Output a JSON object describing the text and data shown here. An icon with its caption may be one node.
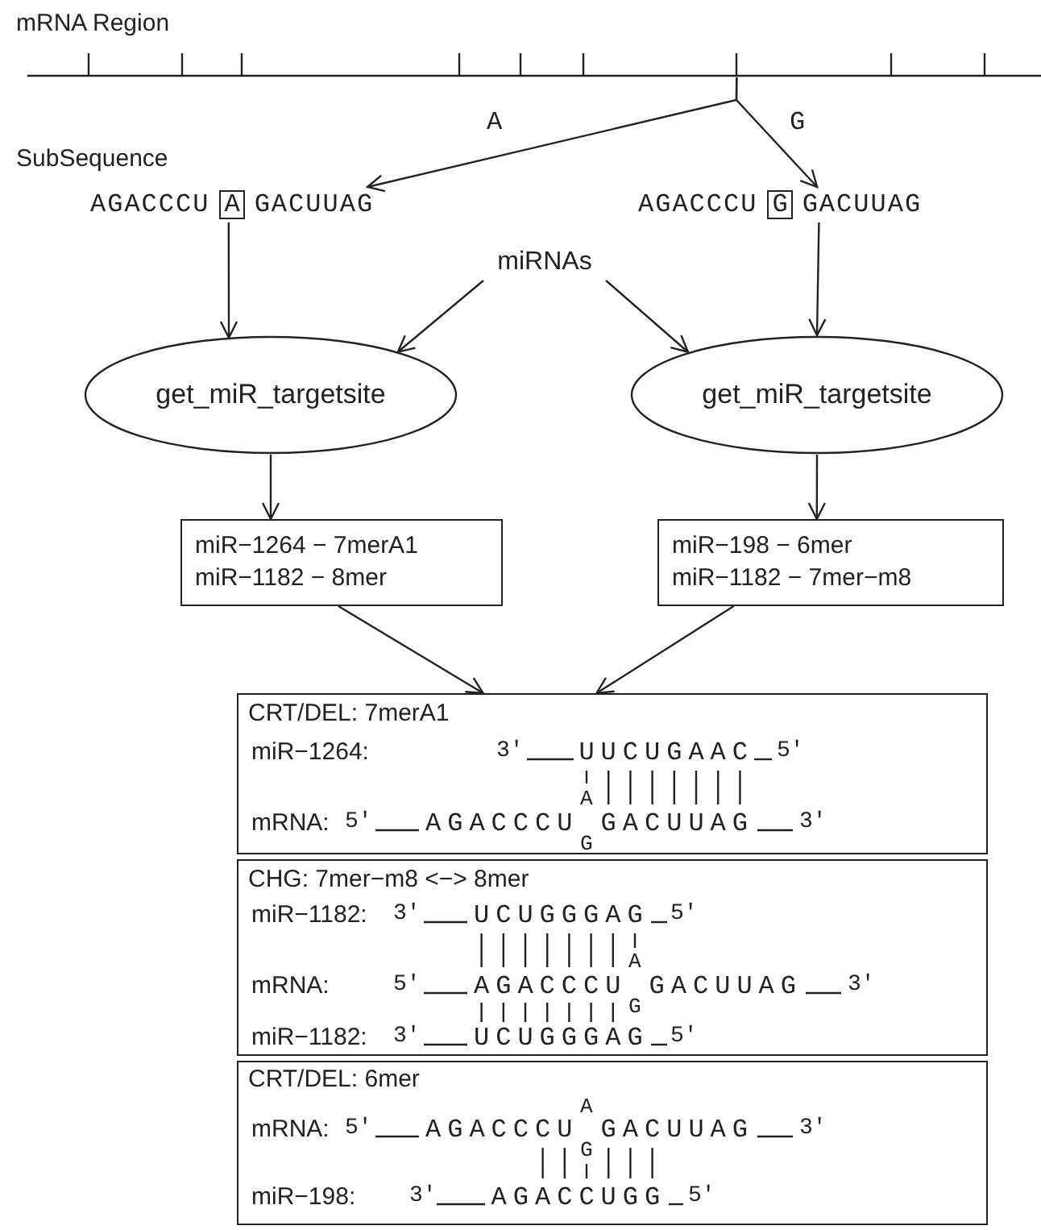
{
  "diagram": {
    "nodes": [
      {
        "text": [
          "mRNA Region"
        ]
      },
      {
        "text": [
          "AGACCCU",
          "A",
          "GACUUAG"
        ]
      },
      {
        "text": [
          "AGACCCU",
          "G",
          "GACUUAG"
        ]
      },
      {
        "text": [
          "miRNAs"
        ]
      },
      {
        "text": [
          "get_miR_targetsite"
        ]
      },
      {
        "text": [
          "get_miR_targetsite"
        ]
      },
      {
        "text": [
          "miR−1264 − 7merA1",
          "miR−1182 − 8mer"
        ]
      },
      {
        "text": [
          "miR−198 − 6mer",
          "miR−1182 − 7mer−m8"
        ]
      },
      {
        "text": [
          "CRT/DEL: 7merA1",
          "miR−1264:",
          "3'",
          "UUCUGAAC",
          "5'",
          "mRNA:",
          "5'",
          "AGACCCU",
          "A",
          "G",
          "GACUUAG",
          "3'"
        ]
      },
      {
        "text": [
          "CHG: 7mer−m8 <−> 8mer",
          "miR−1182:",
          "3'",
          "UCUGGGAG",
          "5'",
          "mRNA:",
          "5'",
          "AGACCCU",
          "A",
          "G",
          "GACUUAG",
          "3'",
          "miR−1182:",
          "3'",
          "UCUGGGAG",
          "5'"
        ]
      },
      {
        "text": [
          "CRT/DEL: 6mer",
          "mRNA:",
          "5'",
          "AGACCCU",
          "A",
          "G",
          "GACUUAG",
          "3'",
          "miR−198:",
          "3'",
          "AGACCUGG",
          "5'"
        ]
      }
    ],
    "edges": [
      {
        "from": 0,
        "to": 1,
        "arrow": "to",
        "label": "A"
      },
      {
        "from": 0,
        "to": 2,
        "arrow": "to",
        "label": "G"
      },
      {
        "from": 1,
        "to": 4,
        "arrow": "to"
      },
      {
        "from": 2,
        "to": 5,
        "arrow": "to"
      },
      {
        "from": 3,
        "to": 4,
        "arrow": "to"
      },
      {
        "from": 3,
        "to": 5,
        "arrow": "to"
      },
      {
        "from": 4,
        "to": 6,
        "arrow": "to"
      },
      {
        "from": 5,
        "to": 7,
        "arrow": "to"
      },
      {
        "from": 6,
        "to": 8,
        "arrow": "to"
      },
      {
        "from": 7,
        "to": 8,
        "arrow": "to"
      }
    ],
    "labels": [
      "SubSequence"
    ]
  }
}
